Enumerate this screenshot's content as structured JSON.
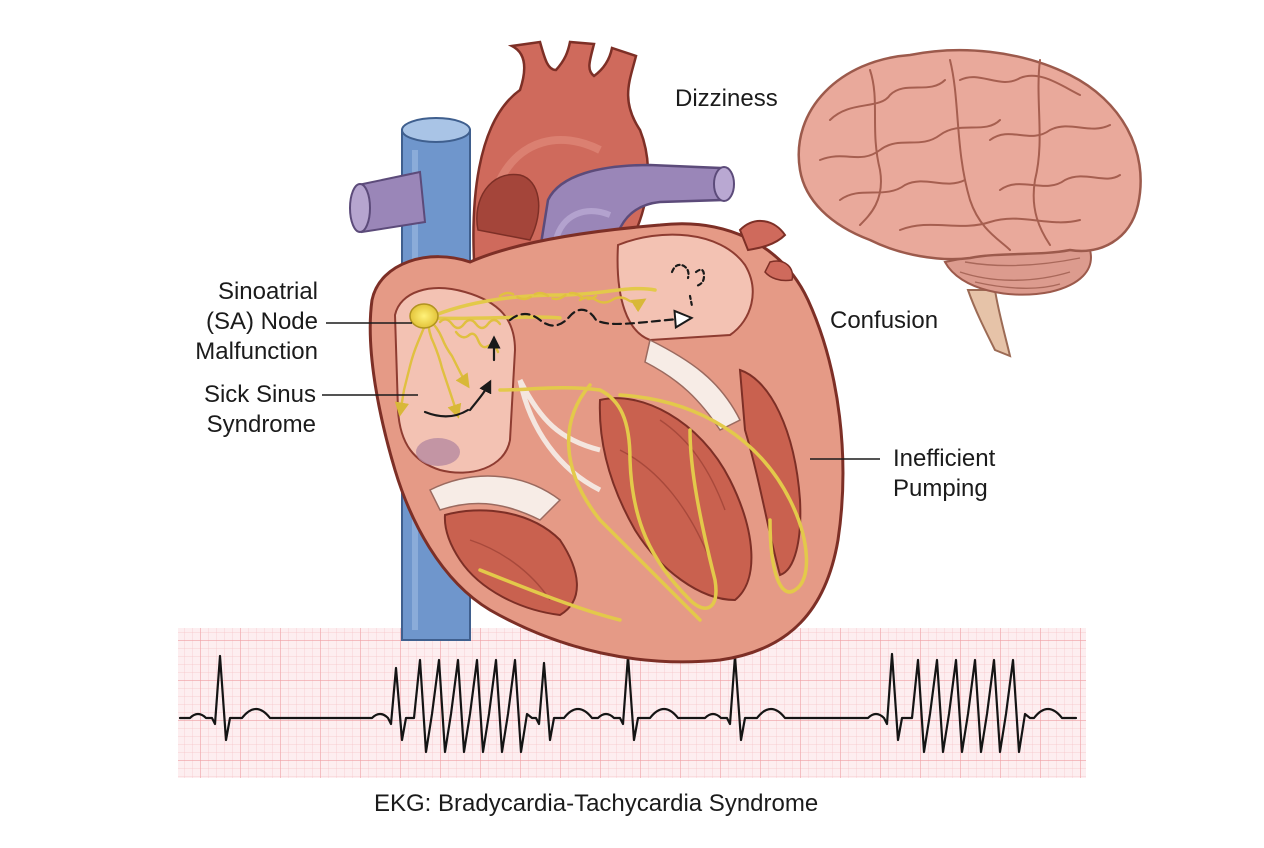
{
  "labels": {
    "sa_node": [
      "Sinoatrial",
      "(SA) Node",
      "Malfunction"
    ],
    "sick_sinus": [
      "Sick Sinus",
      "Syndrome"
    ],
    "inefficient": [
      "Inefficient",
      "Pumping"
    ],
    "dizziness": "Dizziness",
    "confusion": "Confusion",
    "ekg_caption": "EKG: Bradycardia-Tachycardia Syndrome"
  },
  "colors": {
    "vein_blue": "#6f96cc",
    "vessel_purple": "#9a86b8",
    "heart_red": "#cf6a5c",
    "myocardium": "#e59a86",
    "chamber": "#f3c2b3",
    "conduction_yellow": "#e8d25a",
    "brain_pink": "#e9a99b",
    "ekg_grid": "#f2a7aa",
    "ekg_bg": "#fdeef0",
    "ekg_trace": "#141414"
  }
}
